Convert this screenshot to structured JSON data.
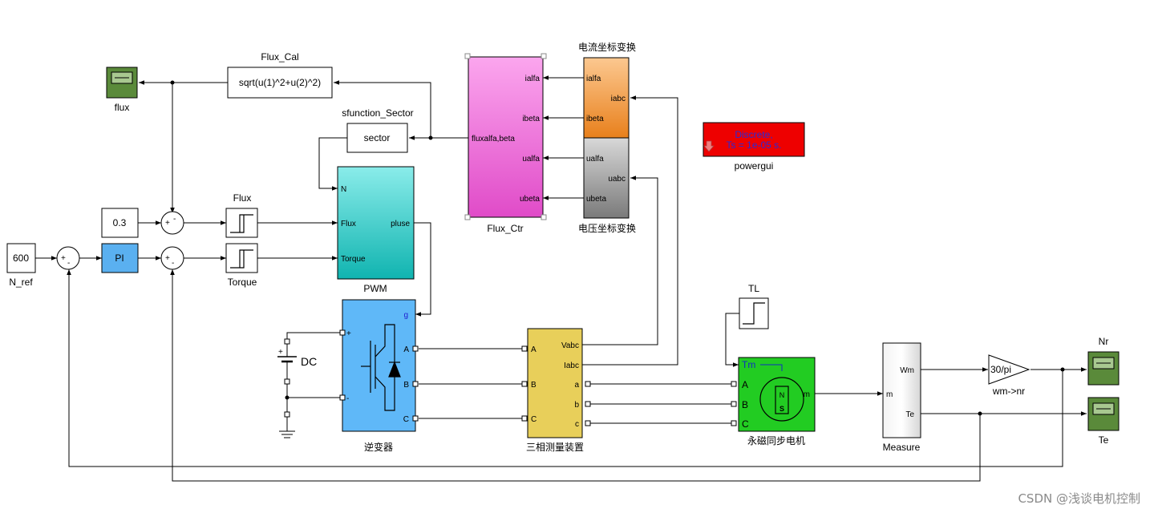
{
  "blocks": {
    "flux_scope": "flux",
    "flux_cal": {
      "title": "Flux_Cal",
      "expr": "sqrt(u(1)^2+u(2)^2)"
    },
    "sector": {
      "title": "sfunction_Sector",
      "label": "sector"
    },
    "flux_ctr": {
      "title": "Flux_Ctr",
      "in1": "ialfa",
      "in2": "ibeta",
      "in3": "fluxalfa,beta",
      "in4": "ualfa",
      "in5": "ubeta"
    },
    "cur_trans": {
      "title": "电流坐标变换",
      "in": "iabc",
      "out1": "ialfa",
      "out2": "ibeta"
    },
    "volt_trans": {
      "title": "电压坐标变换",
      "in": "uabc",
      "out1": "ualfa",
      "out2": "ubeta"
    },
    "powergui": {
      "title": "powergui",
      "line1": "Discrete,",
      "line2": "Ts = 1e-05 s."
    },
    "const_flux": "0.3",
    "n_ref": {
      "value": "600",
      "label": "N_ref"
    },
    "pi": "PI",
    "flux_hyst": "Flux",
    "torque_hyst": "Torque",
    "pwm": {
      "title": "PWM",
      "in_n": "N",
      "in_flux": "Flux",
      "in_torque": "Torque",
      "out": "pluse"
    },
    "dc": "DC",
    "inverter": {
      "title": "逆变器",
      "g": "g",
      "a": "A",
      "b": "B",
      "c": "C",
      "plus": "+",
      "minus": "-"
    },
    "measure3": {
      "title": "三相测量装置",
      "in_a": "A",
      "in_b": "B",
      "in_c": "C",
      "out_v": "Vabc",
      "out_i": "Iabc",
      "out_a": "a",
      "out_b": "b",
      "out_c": "c"
    },
    "tl": "TL",
    "motor": {
      "title": "永磁同步电机",
      "tm": "Tm",
      "a": "A",
      "b": "B",
      "c": "C",
      "m": "m",
      "n": "N",
      "s": "S"
    },
    "measure": {
      "title": "Measure",
      "in": "m",
      "wm": "Wm",
      "te": "Te"
    },
    "gain": {
      "value": "30/pi",
      "label": "wm->nr"
    },
    "nr_scope": "Nr",
    "te_scope": "Te",
    "sum_signs": {
      "plus": "+",
      "minus": "-"
    }
  },
  "watermark": "CSDN @浅谈电机控制",
  "colors": {
    "scope": "#5a8a3a",
    "flux_ctr": "#f59ee6",
    "pwm": "#4fd6d0",
    "inverter": "#5fb8f8",
    "measure3": "#e8cf5a",
    "motor": "#22cc22",
    "pi": "#5ab0f0",
    "powergui": "#ee0000",
    "cur_trans": "#f6b060",
    "volt_trans": "#a8a8a8"
  }
}
